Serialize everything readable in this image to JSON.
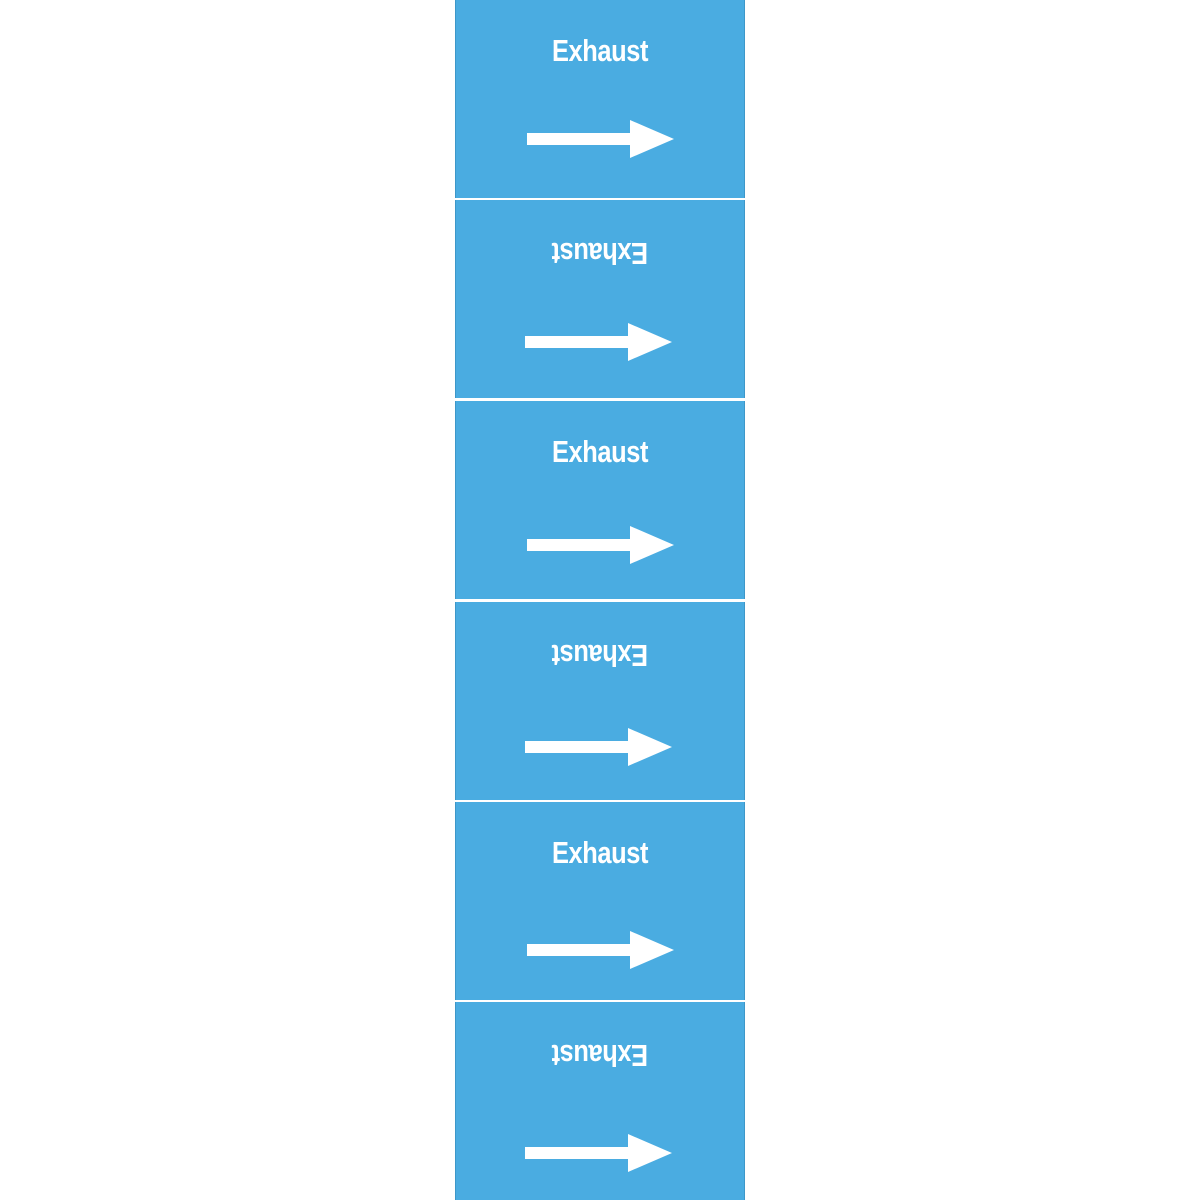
{
  "marker": {
    "background_color": "#4aace1",
    "text_color": "#ffffff",
    "panels": [
      {
        "label": "Exhaust",
        "orientation": "upright",
        "arrow": "right-arrow-icon"
      },
      {
        "label": "Exhaust",
        "orientation": "inverted",
        "arrow": "right-arrow-icon"
      },
      {
        "label": "Exhaust",
        "orientation": "upright",
        "arrow": "right-arrow-icon"
      },
      {
        "label": "Exhaust",
        "orientation": "inverted",
        "arrow": "right-arrow-icon"
      },
      {
        "label": "Exhaust",
        "orientation": "upright",
        "arrow": "right-arrow-icon"
      },
      {
        "label": "Exhaust",
        "orientation": "inverted",
        "arrow": "right-arrow-icon"
      }
    ]
  }
}
